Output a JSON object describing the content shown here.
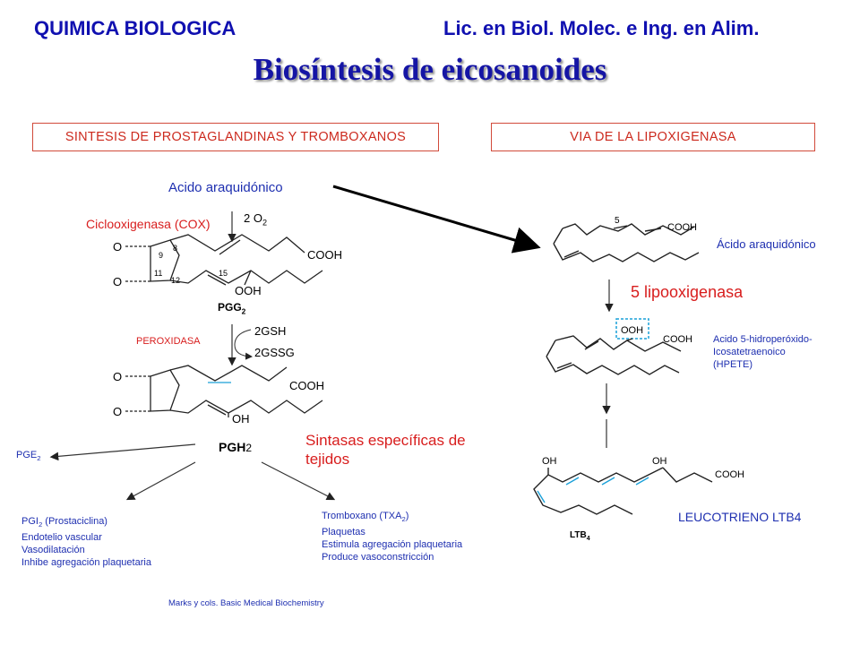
{
  "header": {
    "left": "QUIMICA BIOLOGICA",
    "right": "Lic. en Biol. Molec. e Ing. en Alim."
  },
  "title": "Biosíntesis de eicosanoides",
  "left_section": {
    "box_title": "SINTESIS DE PROSTAGLANDINAS Y TROMBOXANOS",
    "substrate": "Acido araquidónico",
    "enzyme_cox": "Ciclooxigenasa (COX)",
    "cox_reagent": "2 O",
    "cox_reagent_sub": "2",
    "pgg2": "PGG",
    "pgg2_sub": "2",
    "peroxidase": "PEROXIDASA",
    "gsh": "2GSH",
    "gssg": "2GSSG",
    "pgh2": "PGH",
    "pgh2_sub": "2",
    "synthases_line1": "Sintasas específicas de",
    "synthases_line2": "tejidos",
    "pge2": "PGE",
    "pge2_sub": "2",
    "pgi2": {
      "title": "PGI",
      "title_sub": "2",
      "title_rest": " (Prostaciclina)",
      "lines": [
        "Endotelio vascular",
        "Vasodilatación",
        "Inhibe agregación plaquetaria"
      ]
    },
    "txa2": {
      "title": "Tromboxano (TXA",
      "title_sub": "2",
      "title_rest": ")",
      "lines": [
        "Plaquetas",
        "Estimula agregación plaquetaria",
        "Produce vasoconstricción"
      ]
    },
    "atoms": {
      "cooh": "COOH",
      "ooh": "OOH",
      "oh": "OH",
      "o": "O",
      "n8": "8",
      "n9": "9",
      "n11": "11",
      "n12": "12",
      "n15": "15"
    },
    "source": "Marks y cols. Basic Medical Biochemistry"
  },
  "right_section": {
    "box_title": "VIA DE LA LIPOXIGENASA",
    "substrate": "Ácido araquidónico",
    "enzyme": "5 lipooxigenasa",
    "hpete_lines": [
      "Acido 5-hidroperóxido-",
      "Icosatetraenoico",
      "(HPETE)"
    ],
    "product": "LEUCOTRIENO LTB4",
    "ltb4": "LTB",
    "ltb4_sub": "4",
    "atoms": {
      "n5": "5",
      "cooh": "COOH",
      "ooh": "OOH",
      "oh": "OH"
    }
  },
  "colors": {
    "header_blue": "#1010b0",
    "label_blue": "#1e2fb0",
    "red": "#d81e1e",
    "box_border": "#d14a3a",
    "dashed_box": "#1aa0d8",
    "double_bond_cyan": "#1aa0d8"
  }
}
